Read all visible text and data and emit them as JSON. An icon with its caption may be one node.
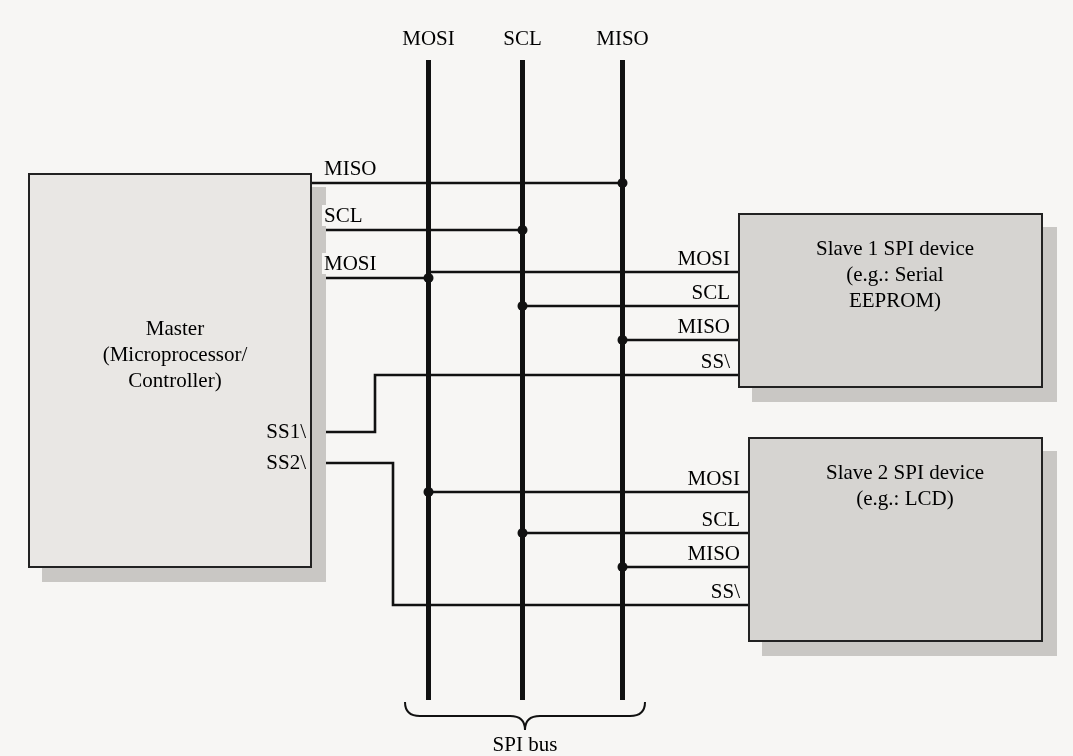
{
  "diagram": {
    "nodes": [
      {
        "text": [
          "Master (Microprocessor/ Controller)",
          "SS1\\",
          "SS2\\"
        ]
      },
      {
        "text": [
          "Slave 1 SPI device (e.g.: Serial EEPROM)"
        ]
      },
      {
        "text": [
          "Slave 2 SPI device (e.g.: LCD)"
        ]
      },
      {
        "text": [],
        "shape": "bar",
        "beside": [
          "MOSI"
        ]
      },
      {
        "text": [],
        "shape": "bar",
        "beside": [
          "SCL"
        ]
      },
      {
        "text": [],
        "shape": "bar",
        "beside": [
          "MISO"
        ]
      }
    ],
    "edges": [
      {
        "from": 0,
        "to": 5,
        "arrow": "other",
        "label": "MISO"
      },
      {
        "from": 0,
        "to": 4,
        "arrow": "other",
        "label": "SCL"
      },
      {
        "from": 0,
        "to": 3,
        "arrow": "other",
        "label": "MOSI"
      },
      {
        "from": 3,
        "to": 1,
        "arrow": "none",
        "label": "MOSI"
      },
      {
        "from": 1,
        "to": 4,
        "arrow": "other",
        "label": "SCL"
      },
      {
        "from": 1,
        "to": 5,
        "arrow": "other",
        "label": "MISO"
      },
      {
        "from": 0,
        "to": 1,
        "arrow": "none",
        "label": "SS\\"
      },
      {
        "from": 2,
        "to": 3,
        "arrow": "other",
        "label": "MOSI"
      },
      {
        "from": 2,
        "to": 4,
        "arrow": "other",
        "label": "SCL"
      },
      {
        "from": 2,
        "to": 5,
        "arrow": "other",
        "label": "MISO"
      },
      {
        "from": 0,
        "to": 2,
        "arrow": "none",
        "label": "SS\\"
      }
    ],
    "labels": [
      "SPI bus"
    ]
  }
}
